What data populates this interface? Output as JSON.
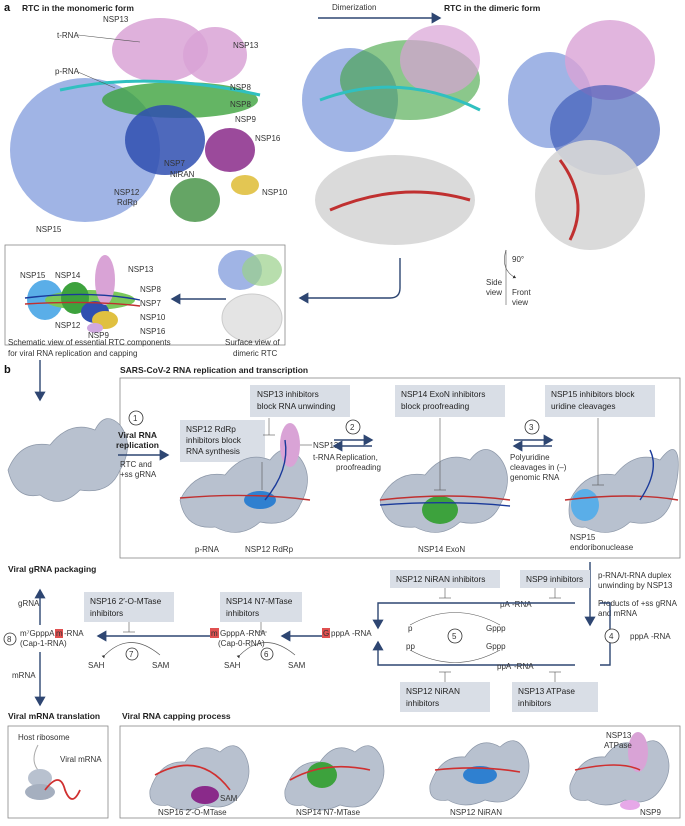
{
  "panel_a": {
    "label": "a",
    "mono_title": "RTC in the monomeric form",
    "dimer_arrow_label": "Dimerization",
    "dimer_title": "RTC in the dimeric form",
    "mono_labels": {
      "nsp13_top": "NSP13",
      "trna": "t-RNA",
      "nsp13_right": "NSP13",
      "prna": "p-RNA",
      "nsp8_a": "NSP8",
      "nsp8_b": "NSP8",
      "nsp9": "NSP9",
      "nsp16": "NSP16",
      "nsp7": "NSP7",
      "niran": "NiRAN",
      "nsp12": "NSP12",
      "rdrp": "RdRp",
      "nsp10": "NSP10",
      "nsp15": "NSP15"
    },
    "rotation": {
      "angle": "90°",
      "side": "Side",
      "side2": "view",
      "front": "Front",
      "front2": "view"
    },
    "schematic_labels": {
      "nsp15": "NSP15",
      "nsp14": "NSP14",
      "nsp13": "NSP13",
      "nsp8": "NSP8",
      "nsp7": "NSP7",
      "nsp10": "NSP10",
      "nsp16": "NSP16",
      "nsp12": "NSP12",
      "nsp9": "NSP9"
    },
    "schematic_caption_1": "Schematic view of essential RTC components",
    "schematic_caption_2": "for viral RNA replication and capping",
    "surface_caption_1": "Surface view of",
    "surface_caption_2": "dimeric RTC"
  },
  "panel_b": {
    "label": "b",
    "sars_title": "SARS-CoV-2 RNA replication and transcription",
    "step1": "1",
    "step1_title_1": "Viral RNA",
    "step1_title_2": "replication",
    "step1_sub_1": "RTC  and",
    "step1_sub_2": "+ss gRNA",
    "inh_nsp13": [
      "NSP13 inhibitors",
      "block RNA unwinding"
    ],
    "inh_nsp12": [
      "NSP12 RdRp",
      "inhibitors block",
      "RNA synthesis"
    ],
    "inh_nsp14": [
      "NSP14 ExoN inhibitors",
      "block proofreading"
    ],
    "inh_nsp15": [
      "NSP15 inhibitors block",
      "uridine cleavages"
    ],
    "rep_labels": {
      "nsp13": "NSP13",
      "trna": "t-RNA",
      "prna": "p-RNA",
      "nsp12rdrp": "NSP12 RdRp"
    },
    "step2": "2",
    "step2_text": [
      "Replication,",
      "proofreading"
    ],
    "nsp14exon": "NSP14 ExoN",
    "step3": "3",
    "step3_text": [
      "Polyuridine",
      "cleavages in (–)",
      "genomic RNA"
    ],
    "nsp15_endo": [
      "NSP15",
      "endoribonuclease"
    ],
    "duplex_text": [
      "p-RNA/t-RNA duplex",
      "unwinding by NSP13"
    ],
    "products_text": [
      "Products of +ss gRNA",
      "and mRNA"
    ],
    "packaging_title": "Viral gRNA packaging",
    "grna": "gRNA",
    "mrna": "mRNA",
    "step8": "8",
    "cap1": [
      "m⁷GpppA",
      "-RNA",
      "(Cap-1-RNA)"
    ],
    "cap1_sub": "m",
    "inh_nsp16": [
      "NSP16 2′-O-MTase",
      "inhibitors"
    ],
    "cap0_tag": "m",
    "cap0": [
      "GpppA",
      "-RNA",
      "(Cap-0-RNA)"
    ],
    "inh_nsp14m": [
      "NSP14 N7-MTase",
      "inhibitors"
    ],
    "g_tag": "G",
    "gppp_rna": "pppA",
    "gppp_rna_suffix": "-RNA",
    "step7": "7",
    "step6": "6",
    "sah_a": "SAH",
    "sam_a": "SAM",
    "sah_b": "SAH",
    "sam_b": "SAM",
    "inh_niran_top": [
      "NSP12 NiRAN inhibitors"
    ],
    "inh_nsp9": [
      "NSP9 inhibitors"
    ],
    "pa_rna": "pA",
    "pa_rna_suffix": "-RNA",
    "step5": "5",
    "p": "p",
    "pp": "pp",
    "gppp_1": "Gppp",
    "gppp_2": "Gppp",
    "ppa_rna": "ppA",
    "ppa_rna_suffix": "-RNA",
    "step4": "4",
    "pppa_rna": "pppA",
    "pppa_rna_suffix": "-RNA",
    "inh_niran_bot": [
      "NSP12 NiRAN",
      "inhibitors"
    ],
    "inh_nsp13atp": [
      "NSP13 ATPase",
      "inhibitors"
    ],
    "translation_title": "Viral mRNA translation",
    "host_ribosome": "Host ribosome",
    "viral_mrna": "Viral mRNA",
    "capping_title": "Viral RNA capping process",
    "cap_labels": {
      "sam": "SAM",
      "nsp16": "NSP16 2′-O-MTase",
      "nsp14": "NSP14 N7-MTase",
      "niran": "NSP12 NiRAN",
      "nsp13": "NSP13",
      "atpase": "ATPase",
      "nsp9": "NSP9"
    }
  },
  "colors": {
    "nsp15": "#8fa7e0",
    "nsp13": "#d9a3d6",
    "nsp8": "#3da23d",
    "nsp12": "#2f4fb0",
    "nsp16": "#8a2a8a",
    "nsp10": "#e0c040",
    "nsp9": "#c04060",
    "arrow": "#2e4672",
    "inhibitor_box": "#d9dee6",
    "rna": "#d03030"
  }
}
